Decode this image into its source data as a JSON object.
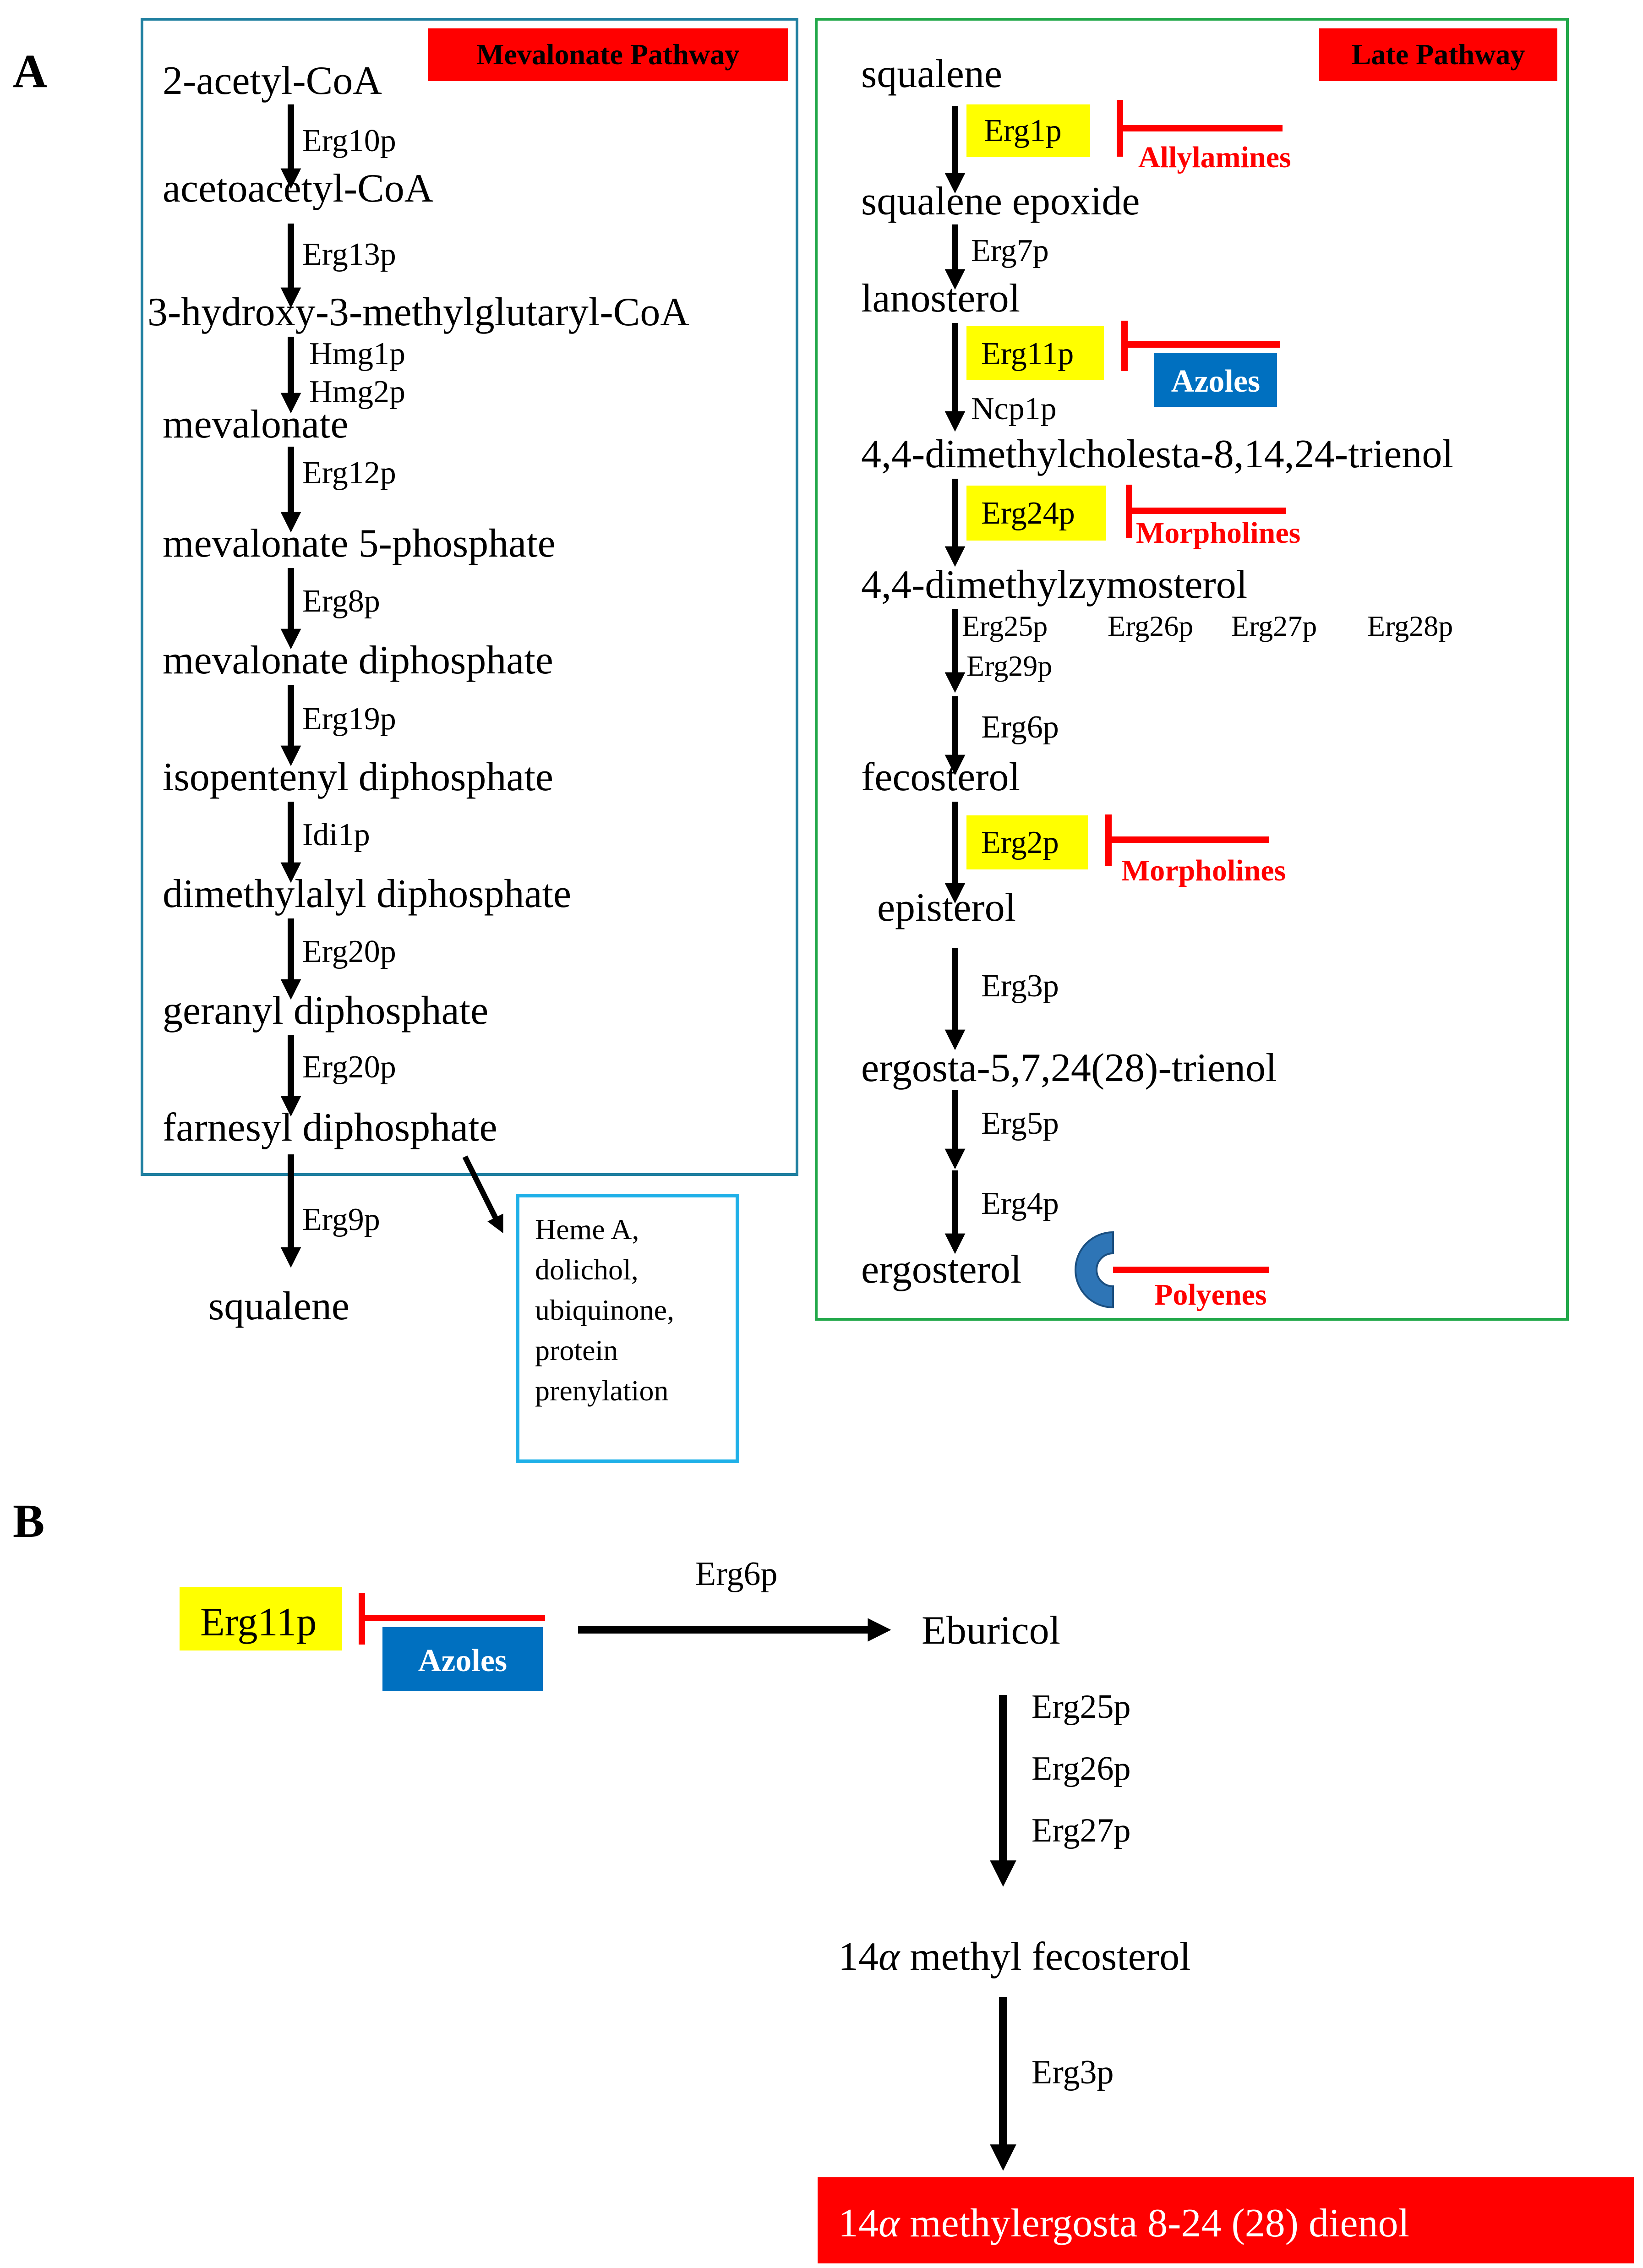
{
  "colors": {
    "highlight_yellow": "#ffff00",
    "inhibitor_red": "#ff0000",
    "azole_blue": "#0070c0",
    "mevalonate_border": "#1f7fa0",
    "late_border": "#22a84a",
    "side_border": "#1fb0e8",
    "final_box": "#ff0000"
  },
  "panel_a": {
    "label": "A",
    "mevalonate": {
      "header": "Mevalonate Pathway",
      "metabolites": [
        "2-acetyl-CoA",
        "acetoacetyl-CoA",
        "3-hydroxy-3-methylglutaryl-CoA",
        "mevalonate",
        "mevalonate 5-phosphate",
        "mevalonate diphosphate",
        "isopentenyl diphosphate",
        "dimethylalyl diphosphate",
        "geranyl diphosphate",
        "farnesyl diphosphate"
      ],
      "enzymes": [
        "Erg10p",
        "Erg13p",
        "Hmg1p",
        "Hmg2p",
        "Erg12p",
        "Erg8p",
        "Erg19p",
        "Idi1p",
        "Erg20p",
        "Erg20p"
      ],
      "exit_enzyme": "Erg9p",
      "exit_product": "squalene",
      "side_branch": [
        "Heme A,",
        "dolichol,",
        "ubiquinone,",
        "protein",
        "prenylation"
      ]
    },
    "late": {
      "header": "Late Pathway",
      "metabolites": [
        "squalene",
        "squalene epoxide",
        "lanosterol",
        "4,4-dimethylcholesta-8,14,24-trienol",
        "4,4-dimethylzymosterol",
        "fecosterol",
        "episterol",
        "ergosta-5,7,24(28)-trienol",
        "ergosterol"
      ],
      "highlighted_enzymes": [
        "Erg1p",
        "Erg11p",
        "Erg24p",
        "Erg2p"
      ],
      "enzymes": [
        "Erg7p",
        "Ncp1p",
        "Erg25p",
        "Erg26p",
        "Erg27p",
        "Erg28p",
        "Erg29p",
        "Erg6p",
        "Erg3p",
        "Erg5p",
        "Erg4p"
      ],
      "drugs": {
        "allylamines": "Allylamines",
        "azoles": "Azoles",
        "morpholines_1": "Morpholines",
        "morpholines_2": "Morpholines",
        "polyenes": "Polyenes"
      }
    }
  },
  "panel_b": {
    "label": "B",
    "inhibited_enzyme": "Erg11p",
    "drug": "Azoles",
    "step1_enzyme": "Erg6p",
    "product1": "Eburicol",
    "step2_enzymes": [
      "Erg25p",
      "Erg26p",
      "Erg27p"
    ],
    "product2_prefix": "14",
    "product2_alpha": "α",
    "product2_suffix": " methyl fecosterol",
    "step3_enzyme": "Erg3p",
    "final_prefix": "14",
    "final_alpha": "α",
    "final_suffix": " methylergosta 8-24 (28) dienol"
  }
}
